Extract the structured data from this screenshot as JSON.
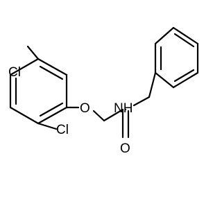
{
  "molecule": {
    "atoms": {
      "cl_top": "Cl",
      "cl_bottom": "Cl",
      "ether_o": "O",
      "amide_nh": "NH",
      "carbonyl_o": "O"
    }
  }
}
